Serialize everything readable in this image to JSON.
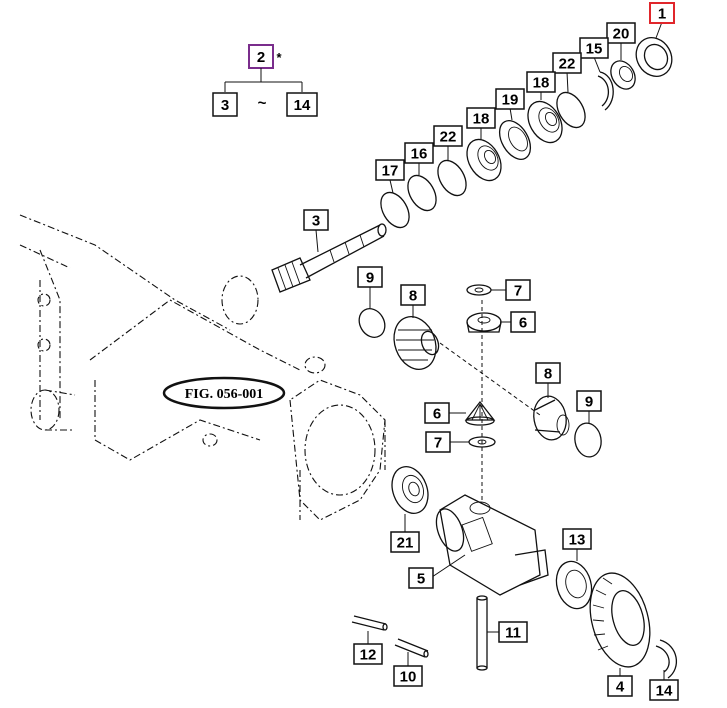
{
  "figure_label": "FIG. 056-001",
  "group": {
    "label": "2",
    "mark": "*",
    "range_from": "3",
    "range_sep": "~",
    "range_to": "14",
    "group_border": "#7a2d8c"
  },
  "highlight_color": "#e0262b",
  "callouts": [
    {
      "id": "c1",
      "label": "1",
      "highlight": true
    },
    {
      "id": "c20",
      "label": "20"
    },
    {
      "id": "c15",
      "label": "15"
    },
    {
      "id": "c22a",
      "label": "22"
    },
    {
      "id": "c18a",
      "label": "18"
    },
    {
      "id": "c19",
      "label": "19"
    },
    {
      "id": "c18b",
      "label": "18"
    },
    {
      "id": "c22b",
      "label": "22"
    },
    {
      "id": "c16",
      "label": "16"
    },
    {
      "id": "c17",
      "label": "17"
    },
    {
      "id": "c3",
      "label": "3"
    },
    {
      "id": "c9a",
      "label": "9"
    },
    {
      "id": "c8a",
      "label": "8"
    },
    {
      "id": "c7a",
      "label": "7"
    },
    {
      "id": "c6a",
      "label": "6"
    },
    {
      "id": "c8b",
      "label": "8"
    },
    {
      "id": "c9b",
      "label": "9"
    },
    {
      "id": "c6b",
      "label": "6"
    },
    {
      "id": "c7b",
      "label": "7"
    },
    {
      "id": "c21",
      "label": "21"
    },
    {
      "id": "c5",
      "label": "5"
    },
    {
      "id": "c13",
      "label": "13"
    },
    {
      "id": "c11",
      "label": "11"
    },
    {
      "id": "c12",
      "label": "12"
    },
    {
      "id": "c10",
      "label": "10"
    },
    {
      "id": "c4",
      "label": "4"
    },
    {
      "id": "c14",
      "label": "14"
    }
  ]
}
